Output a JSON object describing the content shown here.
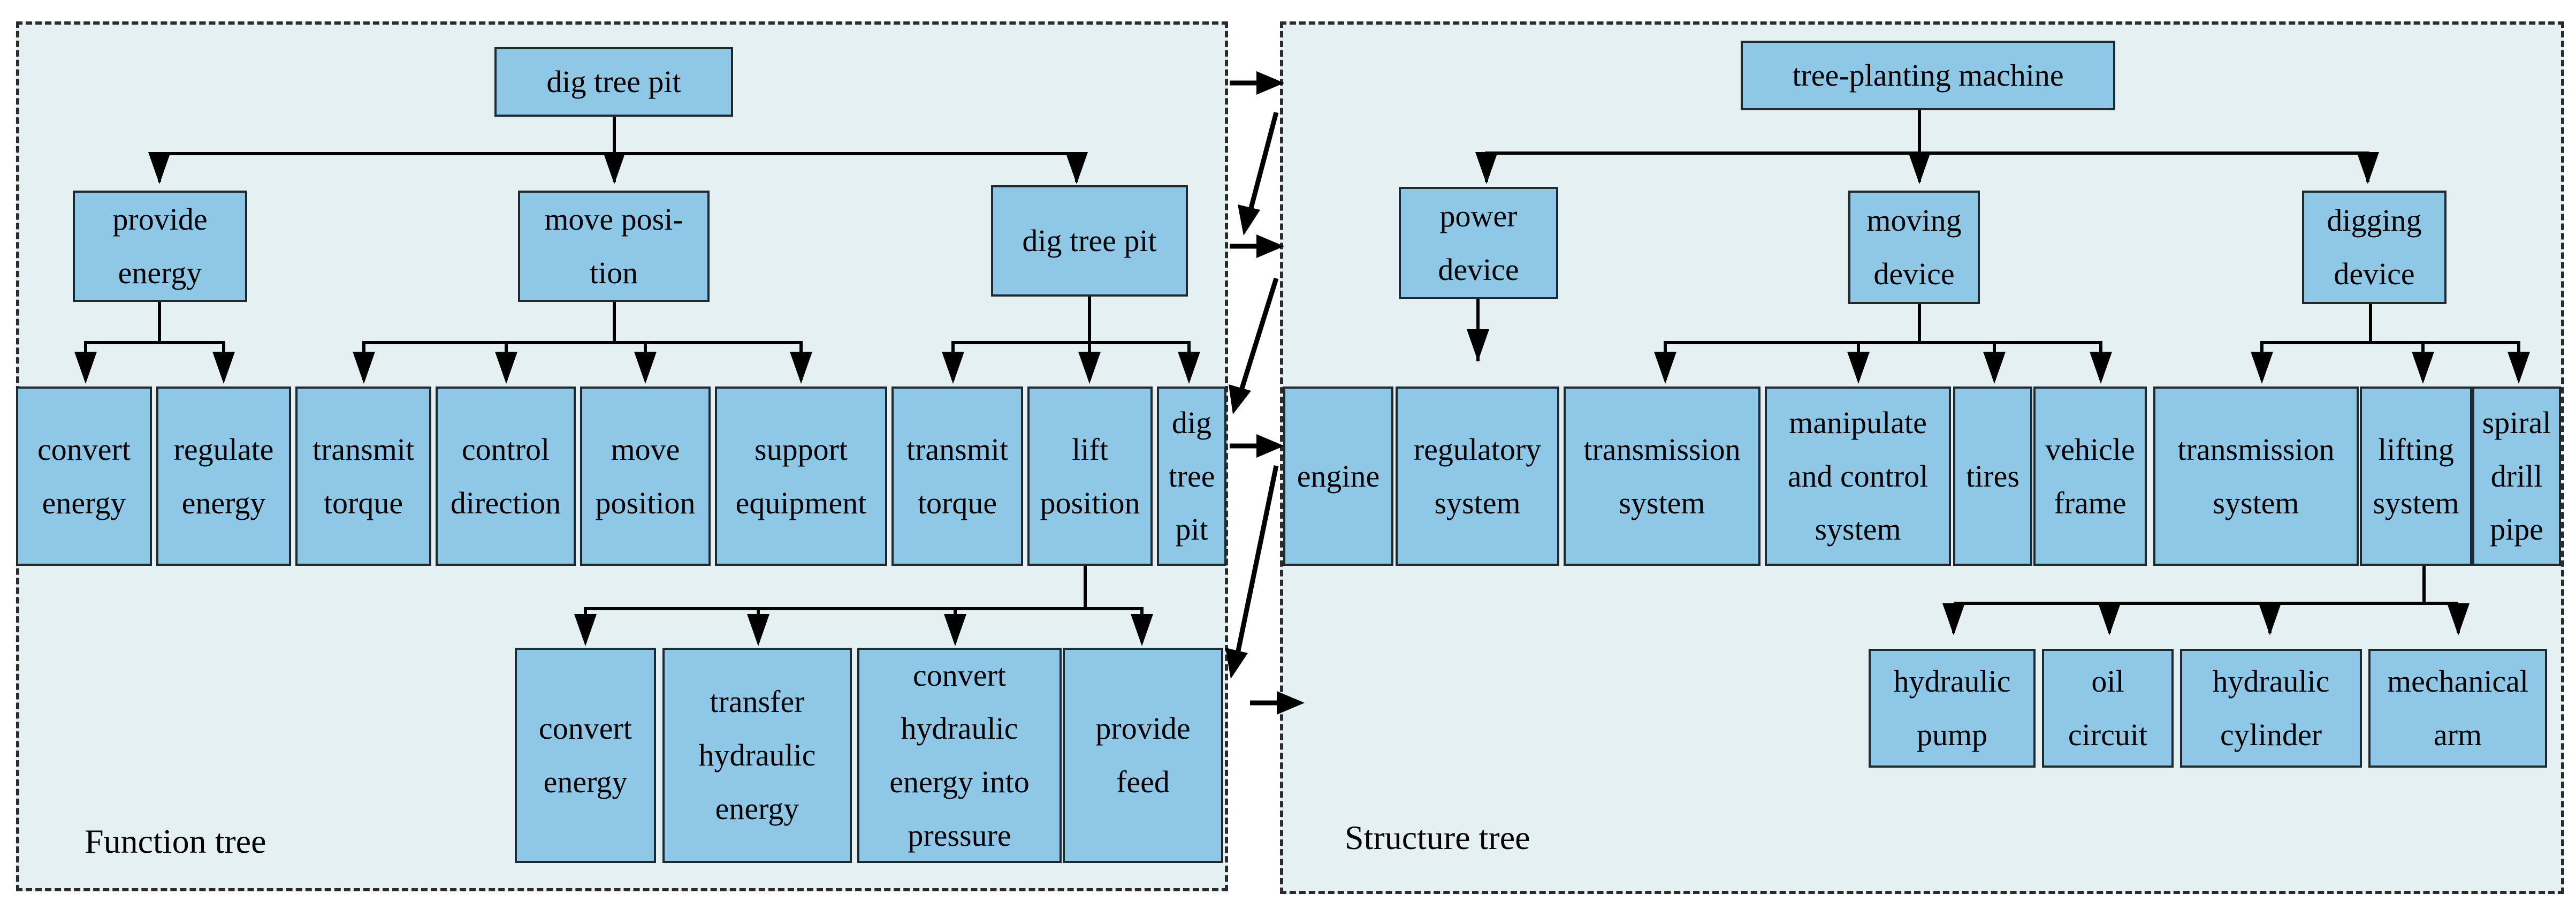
{
  "function_tree": {
    "caption": "Function tree",
    "root": "dig tree pit",
    "level1": [
      "provide\nenergy",
      "move posi-\ntion",
      "dig tree pit"
    ],
    "leaves": [
      "convert\nenergy",
      "regulate\nenergy",
      "transmit\ntorque",
      "control\ndirection",
      "move\nposition",
      "support\nequipment",
      "transmit\ntorque",
      "lift\nposition",
      "dig\ntree\npit"
    ],
    "sub": [
      "convert\nenergy",
      "transfer\nhydraulic\nenergy",
      "convert\nhydraulic\nenergy into\npressure",
      "provide\nfeed"
    ]
  },
  "structure_tree": {
    "caption": "Structure tree",
    "root": "tree-planting machine",
    "level1": [
      "power\ndevice",
      "moving\ndevice",
      "digging\ndevice"
    ],
    "leaves": [
      "engine",
      "regulatory\nsystem",
      "transmission\nsystem",
      "manipulate\nand control\nsystem",
      "tires",
      "vehicle\nframe",
      "transmission\nsystem",
      "lifting\nsystem",
      "spiral\ndrill\npipe"
    ],
    "sub": [
      "hydraulic\npump",
      "oil\ncircuit",
      "hydraulic\ncylinder",
      "mechanical\narm"
    ]
  },
  "colors": {
    "panel_bg": "#e5f0f2",
    "box_fill": "#8fc8e6",
    "line": "#000000"
  }
}
